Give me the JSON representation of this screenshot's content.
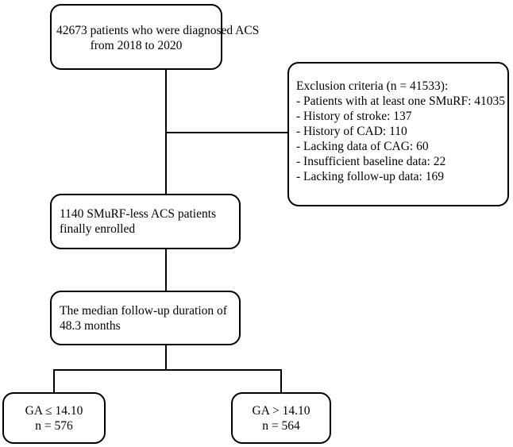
{
  "diagram": {
    "initial_box": {
      "lines": [
        "42673 patients who were diagnosed ACS",
        "from 2018 to 2020"
      ]
    },
    "exclusion_box": {
      "heading": "Exclusion criteria (n = 41533):",
      "items": [
        "- Patients with at least one SMuRF: 41035",
        "- History of stroke: 137",
        "- History of CAD: 110",
        "- Lacking data of CAG: 60",
        "- Insufficient baseline data: 22",
        "- Lacking follow-up data: 169"
      ]
    },
    "enrolled_box": {
      "text": "1140 SMuRF-less ACS patients finally enrolled"
    },
    "followup_box": {
      "text": "The median follow-up duration of 48.3 months"
    },
    "groups": [
      {
        "label": "GA ≤ 14.10",
        "n": "n = 576"
      },
      {
        "label": "GA > 14.10",
        "n": "n = 564"
      }
    ]
  },
  "colors": {
    "line": "#000000",
    "box_border": "#000000",
    "background": "#ffffff"
  }
}
